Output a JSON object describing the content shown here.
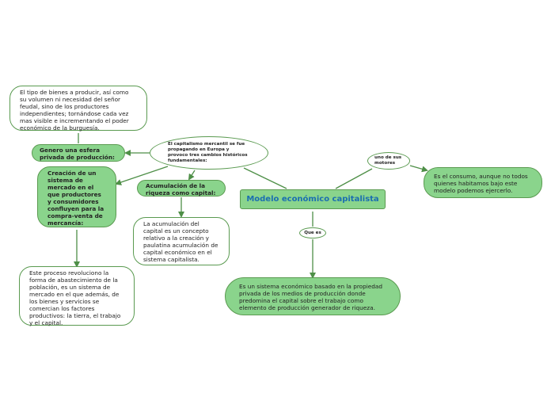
{
  "central": "Modelo económico capitalista",
  "link_labels": {
    "que_es": "Que es",
    "uno_de_sus_motores": "uno de sus motores"
  },
  "nodes": {
    "tipo_bienes": "El tipo de bienes a producir, así como su volumen ni necesidad del señor feudal, sino de los productores independientes; tornándose cada vez mas visible e incrementando el poder económico de la burguesía.",
    "genero_esfera": "Genero una esfera privada de producción:",
    "mercantil": "El capitalismo mercantil se fue propagando en Europa y provoco tres cambios históricos fundamentales:",
    "creacion_sistema": "Creación de un sistema de mercado en el que productores y consumidores confluyen para la compra-venta de mercancía:",
    "acumulacion": "Acumulación de la riqueza como capital:",
    "acumulacion_desc": "La acumulación del capital es un concepto relativo a la creación y paulatina acumulación de capital económico en el sistema capitalista.",
    "proceso": "Este proceso revoluciono la forma de abastecimiento de la población, es un sistema de mercado en el que además, de los bienes y servicios se comercian los factores productivos: la tierra, el trabajo y el capital.",
    "consumo": "Es el consumo, aunque no todos quienes habitamos bajo este modelo podemos ejercerlo.",
    "sistema_economico": "Es un sistema económico basado en la propiedad privada de los medios de producción donde predomina el capital sobre el trabajo como elemento de producción generador de riqueza."
  },
  "colors": {
    "node_fill": "#8ad48c",
    "line": "#4e8f47",
    "central_text": "#1a6fb0"
  }
}
